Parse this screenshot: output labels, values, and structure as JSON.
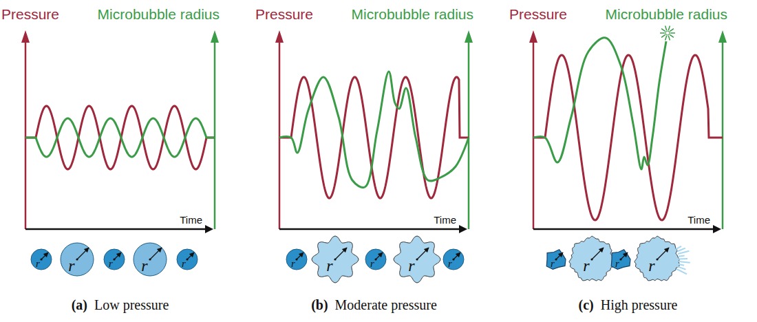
{
  "diagram": {
    "labels": [
      "Pressure",
      "Microbubble radius",
      "Time",
      "r",
      "r",
      "r",
      "r",
      "r",
      "(a)",
      "Low pressure",
      "Pressure",
      "Microbubble radius",
      "Time",
      "r",
      "r",
      "r",
      "r",
      "r",
      "(b)",
      "Moderate pressure",
      "Pressure",
      "Microbubble radius",
      "Time",
      "r",
      "r",
      "r",
      "r",
      "(c)",
      "High pressure"
    ]
  }
}
